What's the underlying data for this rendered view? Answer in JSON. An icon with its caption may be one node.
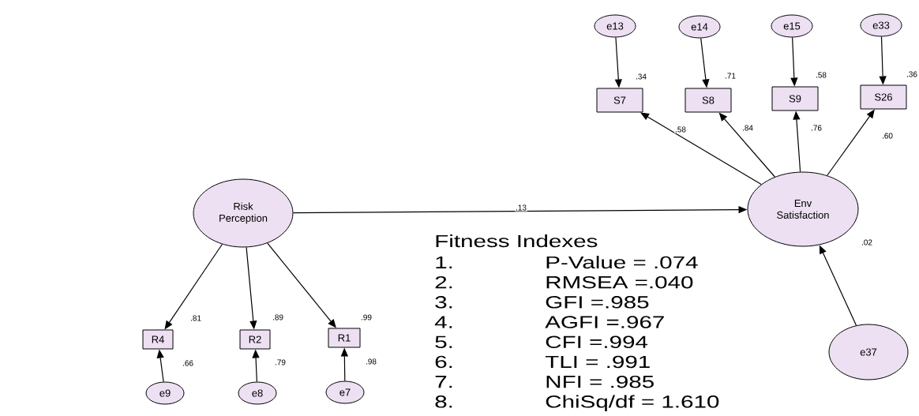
{
  "diagram": {
    "nodes": [
      {
        "text": [
          "Risk Perception"
        ]
      },
      {
        "text": [
          "Env Satisfaction"
        ],
        "beside": [
          ".02"
        ]
      },
      {
        "text": [
          "S7"
        ],
        "beside": [
          ".34"
        ]
      },
      {
        "text": [
          "S8"
        ],
        "beside": [
          ".71"
        ]
      },
      {
        "text": [
          "S9"
        ],
        "beside": [
          ".58"
        ]
      },
      {
        "text": [
          "S26"
        ],
        "beside": [
          ".36"
        ]
      },
      {
        "text": [
          "e13"
        ]
      },
      {
        "text": [
          "e14"
        ]
      },
      {
        "text": [
          "e15"
        ]
      },
      {
        "text": [
          "e33"
        ]
      },
      {
        "text": [
          "R4"
        ],
        "beside": [
          ".66"
        ]
      },
      {
        "text": [
          "R2"
        ],
        "beside": [
          ".79"
        ]
      },
      {
        "text": [
          "R1"
        ],
        "beside": [
          ".98"
        ]
      },
      {
        "text": [
          "e9"
        ]
      },
      {
        "text": [
          "e8"
        ]
      },
      {
        "text": [
          "e7"
        ]
      },
      {
        "text": [
          "e37"
        ]
      }
    ],
    "edges": [
      {
        "from": 0,
        "to": 1,
        "arrow": "to",
        "label": ".13"
      },
      {
        "from": 1,
        "to": 2,
        "arrow": "to",
        "label": ".58"
      },
      {
        "from": 1,
        "to": 3,
        "arrow": "to",
        "label": ".84"
      },
      {
        "from": 1,
        "to": 4,
        "arrow": "to",
        "label": ".76"
      },
      {
        "from": 1,
        "to": 5,
        "arrow": "to",
        "label": ".60"
      },
      {
        "from": 6,
        "to": 2,
        "arrow": "to"
      },
      {
        "from": 7,
        "to": 3,
        "arrow": "to"
      },
      {
        "from": 8,
        "to": 4,
        "arrow": "to"
      },
      {
        "from": 9,
        "to": 5,
        "arrow": "to"
      },
      {
        "from": 0,
        "to": 10,
        "arrow": "to",
        "label": ".81"
      },
      {
        "from": 0,
        "to": 11,
        "arrow": "to",
        "label": ".89"
      },
      {
        "from": 0,
        "to": 12,
        "arrow": "to",
        "label": ".99"
      },
      {
        "from": 13,
        "to": 10,
        "arrow": "to"
      },
      {
        "from": 14,
        "to": 11,
        "arrow": "to"
      },
      {
        "from": 15,
        "to": 12,
        "arrow": "to"
      },
      {
        "from": 16,
        "to": 1,
        "arrow": "to"
      }
    ],
    "labels": [
      "Fitness Indexes",
      "1.",
      "P-Value = .074",
      "2.",
      "RMSEA =.040",
      "3.",
      "GFI =.985",
      "4.",
      "AGFI =.967",
      "5.",
      "CFI =.994",
      "6.",
      "TLI = .991",
      "7.",
      "NFI = .985",
      "8.",
      "ChiSq/df = 1.610"
    ]
  }
}
